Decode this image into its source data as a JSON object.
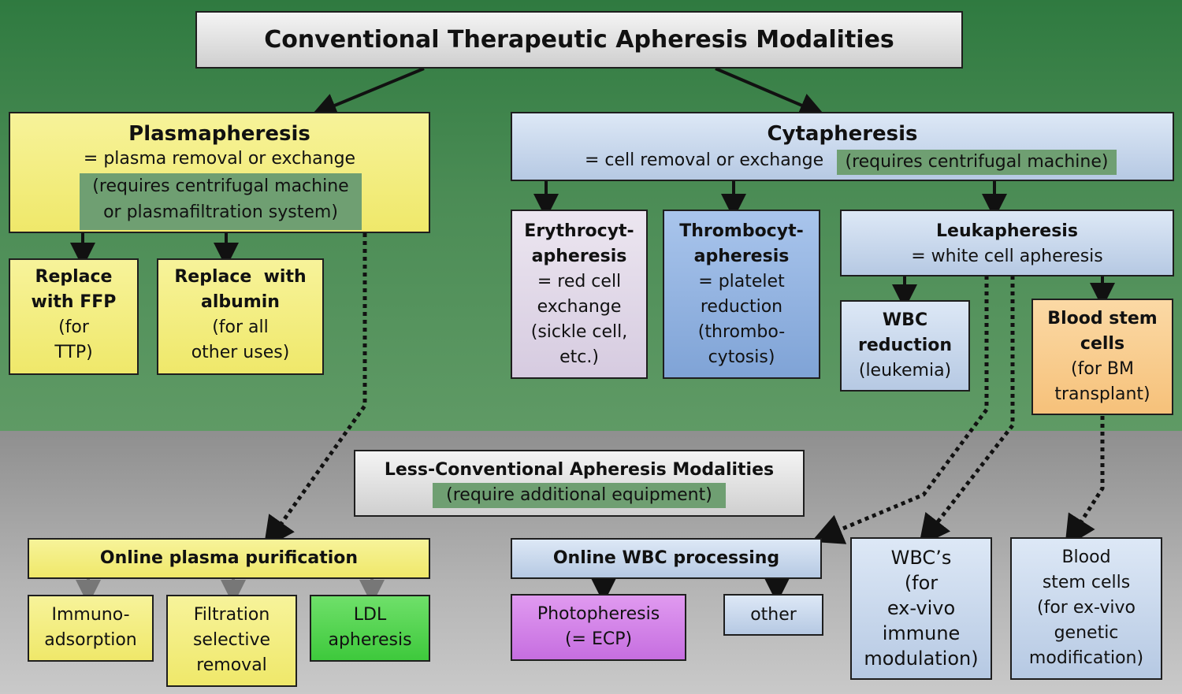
{
  "title": "Conventional Therapeutic Apheresis Modalities",
  "plasmapheresis": {
    "title": "Plasmapheresis",
    "def": "= plasma removal or exchange",
    "note1": "(requires centrifugal machine",
    "note2": "or plasmafiltration system)"
  },
  "cytapheresis": {
    "title": "Cytapheresis",
    "def": "= cell removal or exchange",
    "note": "(requires centrifugal machine)"
  },
  "replace_ffp": [
    "Replace",
    "with FFP",
    "(for",
    "TTP)"
  ],
  "replace_albumin": [
    "Replace  with",
    "albumin",
    "(for all",
    "other uses)"
  ],
  "erythro": [
    "Erythrocyt-",
    "apheresis",
    "= red cell",
    "exchange",
    "(sickle cell,",
    "etc.)"
  ],
  "thrombo": [
    "Thrombocyt-",
    "apheresis",
    "= platelet",
    "reduction",
    "(thrombo-",
    "cytosis)"
  ],
  "leuka": {
    "title": "Leukapheresis",
    "def": "= white cell apheresis"
  },
  "wbc_reduction": [
    "WBC",
    "reduction",
    "(leukemia)"
  ],
  "blood_stem": [
    "Blood stem",
    "cells",
    "(for BM",
    "transplant)"
  ],
  "less_conventional": {
    "title": "Less-Conventional Apheresis Modalities",
    "note": "(require additional equipment)"
  },
  "online_plasma": "Online plasma purification",
  "immuno": [
    "Immuno-",
    "adsorption"
  ],
  "filtration": [
    "Filtration",
    "selective",
    "removal"
  ],
  "ldl": [
    "LDL",
    "apheresis"
  ],
  "online_wbc": "Online WBC processing",
  "photo": [
    "Photopheresis",
    "(= ECP)"
  ],
  "other": "other",
  "wbcs": [
    "WBC’s",
    "(for",
    "ex-vivo",
    "immune",
    "modulation)"
  ],
  "blood_stem2": [
    "Blood",
    "stem cells",
    "(for ex-vivo",
    "genetic",
    "modification)"
  ],
  "colors": {
    "green_bg": "#4b8c55",
    "gray_bg": "#b5b5b5",
    "yellow": "#efe86a",
    "blue": "#b6c9e3",
    "orange": "#f6c17a",
    "purple": "#c66ee0",
    "ldl_green": "#3ec93c",
    "note_highlight": "#6f9f72"
  }
}
